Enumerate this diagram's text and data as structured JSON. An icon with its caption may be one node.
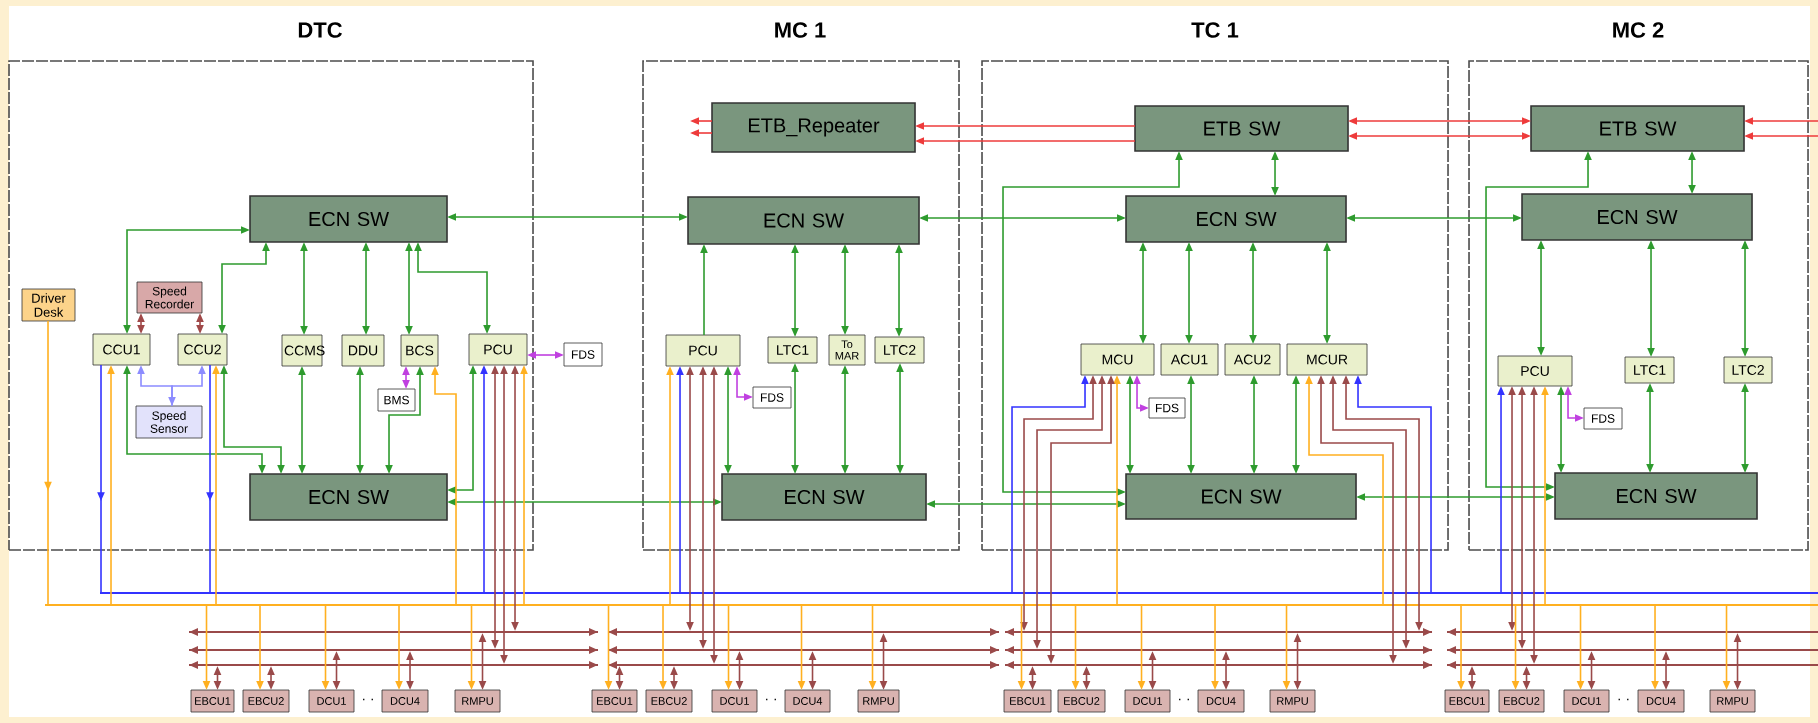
{
  "diagram": {
    "nodes": [
      {
        "text": [
          "DTC"
        ]
      },
      {
        "text": [
          "ECN SW"
        ],
        "in": 0
      },
      {
        "text": [
          "Driver Desk"
        ],
        "in": 0
      },
      {
        "text": [
          "Speed Recorder"
        ],
        "in": 0
      },
      {
        "text": [
          "CCU1"
        ],
        "in": 0
      },
      {
        "text": [
          "CCU2"
        ],
        "in": 0
      },
      {
        "text": [
          "CCMS"
        ],
        "in": 0
      },
      {
        "text": [
          "DDU"
        ],
        "in": 0
      },
      {
        "text": [
          "BCS"
        ],
        "in": 0
      },
      {
        "text": [
          "PCU"
        ],
        "in": 0
      },
      {
        "text": [
          "FDS"
        ]
      },
      {
        "text": [
          "BMS"
        ],
        "in": 0
      },
      {
        "text": [
          "Speed Sensor"
        ],
        "in": 0
      },
      {
        "text": [
          "ECN SW"
        ],
        "in": 0
      },
      {
        "text": [
          "MC 1"
        ]
      },
      {
        "text": [
          "ETB_Repeater"
        ],
        "in": 14
      },
      {
        "text": [
          "ECN SW"
        ],
        "in": 14
      },
      {
        "text": [
          "PCU"
        ],
        "in": 14
      },
      {
        "text": [
          "LTC1"
        ],
        "in": 14
      },
      {
        "text": [
          "To MAR"
        ],
        "in": 14
      },
      {
        "text": [
          "LTC2"
        ],
        "in": 14
      },
      {
        "text": [
          "FDS"
        ],
        "in": 14
      },
      {
        "text": [
          "ECN SW"
        ],
        "in": 14
      },
      {
        "text": [
          "TC 1"
        ]
      },
      {
        "text": [
          "ETB SW"
        ],
        "in": 23
      },
      {
        "text": [
          "ECN SW"
        ],
        "in": 23
      },
      {
        "text": [
          "MCU"
        ],
        "in": 23
      },
      {
        "text": [
          "ACU1"
        ],
        "in": 23
      },
      {
        "text": [
          "ACU2"
        ],
        "in": 23
      },
      {
        "text": [
          "MCUR"
        ],
        "in": 23
      },
      {
        "text": [
          "FDS"
        ],
        "in": 23
      },
      {
        "text": [
          "ECN SW"
        ],
        "in": 23
      },
      {
        "text": [
          "MC 2"
        ]
      },
      {
        "text": [
          "ETB SW"
        ],
        "in": 32
      },
      {
        "text": [
          "ECN SW"
        ],
        "in": 32
      },
      {
        "text": [
          "PCU"
        ],
        "in": 32
      },
      {
        "text": [
          "LTC1"
        ],
        "in": 32
      },
      {
        "text": [
          "LTC2"
        ],
        "in": 32
      },
      {
        "text": [
          "FDS"
        ],
        "in": 32
      },
      {
        "text": [
          "ECN SW"
        ],
        "in": 32
      },
      {
        "text": [
          "EBCU1"
        ]
      },
      {
        "text": [
          "EBCU2"
        ]
      },
      {
        "text": [
          "DCU1"
        ]
      },
      {
        "text": [
          "DCU4"
        ]
      },
      {
        "text": [
          "RMPU"
        ]
      },
      {
        "text": [
          "EBCU1"
        ]
      },
      {
        "text": [
          "EBCU2"
        ]
      },
      {
        "text": [
          "DCU1"
        ]
      },
      {
        "text": [
          "DCU4"
        ]
      },
      {
        "text": [
          "RMPU"
        ]
      },
      {
        "text": [
          "EBCU1"
        ]
      },
      {
        "text": [
          "EBCU2"
        ]
      },
      {
        "text": [
          "DCU1"
        ]
      },
      {
        "text": [
          "DCU4"
        ]
      },
      {
        "text": [
          "RMPU"
        ]
      },
      {
        "text": [
          "EBCU1"
        ]
      },
      {
        "text": [
          "EBCU2"
        ]
      },
      {
        "text": [
          "DCU1"
        ]
      },
      {
        "text": [
          "DCU4"
        ]
      },
      {
        "text": [
          "RMPU"
        ]
      },
      {
        "text": [],
        "shape": "bar"
      },
      {
        "text": [],
        "shape": "bar"
      },
      {
        "text": [],
        "shape": "bar"
      },
      {
        "text": [],
        "shape": "bar"
      },
      {
        "text": [],
        "shape": "bar"
      },
      {
        "text": [],
        "shape": "bar"
      },
      {
        "text": [],
        "shape": "bar"
      },
      {
        "text": [],
        "shape": "bar"
      },
      {
        "text": [],
        "shape": "bar"
      },
      {
        "text": [],
        "shape": "bar"
      },
      {
        "text": [],
        "shape": "bar"
      },
      {
        "text": [],
        "shape": "bar"
      },
      {
        "text": [],
        "shape": "bar"
      },
      {
        "text": [],
        "shape": "bar"
      }
    ],
    "edges": [
      {
        "from": 1,
        "to": 4,
        "arrow": "both"
      },
      {
        "from": 1,
        "to": 5,
        "arrow": "both"
      },
      {
        "from": 1,
        "to": 6,
        "arrow": "both"
      },
      {
        "from": 1,
        "to": 7,
        "arrow": "both"
      },
      {
        "from": 1,
        "to": 8,
        "arrow": "both"
      },
      {
        "from": 1,
        "to": 9,
        "arrow": "both"
      },
      {
        "from": 4,
        "to": 13,
        "arrow": "both"
      },
      {
        "from": 5,
        "to": 13,
        "arrow": "both"
      },
      {
        "from": 6,
        "to": 13,
        "arrow": "both"
      },
      {
        "from": 7,
        "to": 13,
        "arrow": "both"
      },
      {
        "from": 8,
        "to": 13,
        "arrow": "both"
      },
      {
        "from": 9,
        "to": 13,
        "arrow": "both"
      },
      {
        "from": 3,
        "to": 4,
        "arrow": "both",
        "color": "#a04848"
      },
      {
        "from": 3,
        "to": 5,
        "arrow": "both",
        "color": "#a04848"
      },
      {
        "from": 12,
        "to": 4,
        "arrow": "both",
        "color": "#8c8cff"
      },
      {
        "from": 12,
        "to": 5,
        "arrow": "to",
        "color": "#8c8cff"
      },
      {
        "from": 8,
        "to": 11,
        "arrow": "both",
        "color": "#c040e0"
      },
      {
        "from": 9,
        "to": 10,
        "arrow": "both",
        "color": "#c040e0"
      },
      {
        "from": 1,
        "to": 16,
        "arrow": "both"
      },
      {
        "from": 13,
        "to": 22,
        "arrow": "both"
      },
      {
        "from": 15,
        "to": null,
        "arrow": "to",
        "color": "#ee3b3b"
      },
      {
        "from": 15,
        "to": null,
        "arrow": "to",
        "color": "#ee3b3b"
      },
      {
        "from": 24,
        "to": 15,
        "arrow": "to",
        "color": "#ee3b3b"
      },
      {
        "from": 24,
        "to": 15,
        "arrow": "to",
        "color": "#ee3b3b"
      },
      {
        "from": 17,
        "to": 16,
        "arrow": "to"
      },
      {
        "from": 16,
        "to": 18,
        "arrow": "both"
      },
      {
        "from": 16,
        "to": 19,
        "arrow": "both"
      },
      {
        "from": 16,
        "to": 20,
        "arrow": "both"
      },
      {
        "from": 17,
        "to": 22,
        "arrow": "both"
      },
      {
        "from": 18,
        "to": 22,
        "arrow": "both"
      },
      {
        "from": 19,
        "to": 22,
        "arrow": "both"
      },
      {
        "from": 20,
        "to": 22,
        "arrow": "both"
      },
      {
        "from": 17,
        "to": 21,
        "arrow": "both",
        "color": "#c040e0"
      },
      {
        "from": 16,
        "to": 25,
        "arrow": "both"
      },
      {
        "from": 22,
        "to": 31,
        "arrow": "both"
      },
      {
        "from": 24,
        "to": 25,
        "arrow": "both"
      },
      {
        "from": 24,
        "to": 31,
        "arrow": "both"
      },
      {
        "from": 25,
        "to": 26,
        "arrow": "both"
      },
      {
        "from": 25,
        "to": 27,
        "arrow": "both"
      },
      {
        "from": 25,
        "to": 28,
        "arrow": "both"
      },
      {
        "from": 25,
        "to": 29,
        "arrow": "both"
      },
      {
        "from": 26,
        "to": 31,
        "arrow": "both"
      },
      {
        "from": 27,
        "to": 31,
        "arrow": "both"
      },
      {
        "from": 28,
        "to": 31,
        "arrow": "both"
      },
      {
        "from": 29,
        "to": 31,
        "arrow": "both"
      },
      {
        "from": 26,
        "to": 30,
        "arrow": "both",
        "color": "#c040e0"
      },
      {
        "from": 24,
        "to": 33,
        "arrow": "both",
        "color": "#ee3b3b"
      },
      {
        "from": 24,
        "to": 33,
        "arrow": "both",
        "color": "#ee3b3b"
      },
      {
        "from": null,
        "to": 33,
        "arrow": "to",
        "color": "#ee3b3b"
      },
      {
        "from": null,
        "to": 33,
        "arrow": "to",
        "color": "#ee3b3b"
      },
      {
        "from": 25,
        "to": 34,
        "arrow": "both"
      },
      {
        "from": 31,
        "to": 39,
        "arrow": "both"
      },
      {
        "from": 33,
        "to": 34,
        "arrow": "both"
      },
      {
        "from": 33,
        "to": 39,
        "arrow": "both"
      },
      {
        "from": 34,
        "to": 35,
        "arrow": "both"
      },
      {
        "from": 34,
        "to": 36,
        "arrow": "both"
      },
      {
        "from": 34,
        "to": 37,
        "arrow": "both"
      },
      {
        "from": 35,
        "to": 39,
        "arrow": "both"
      },
      {
        "from": 36,
        "to": 39,
        "arrow": "both"
      },
      {
        "from": 37,
        "to": 39,
        "arrow": "both"
      },
      {
        "from": 35,
        "to": 38,
        "arrow": "both",
        "color": "#c040e0"
      },
      {
        "from": 4,
        "to": 60,
        "arrow": "to",
        "color": "#3333ff"
      },
      {
        "from": 5,
        "to": 60,
        "arrow": "to",
        "color": "#3333ff"
      },
      {
        "from": 60,
        "to": 9,
        "arrow": "to",
        "color": "#3333ff"
      },
      {
        "from": 60,
        "to": 17,
        "arrow": "to",
        "color": "#3333ff"
      },
      {
        "from": 60,
        "to": 26,
        "arrow": "to",
        "color": "#3333ff"
      },
      {
        "from": 60,
        "to": 29,
        "arrow": "to",
        "color": "#3333ff"
      },
      {
        "from": 60,
        "to": 35,
        "arrow": "to",
        "color": "#3333ff"
      },
      {
        "from": 2,
        "to": 61,
        "arrow": "to",
        "color": "#ffb020"
      },
      {
        "from": 61,
        "to": 4,
        "arrow": "to",
        "color": "#ffb020"
      },
      {
        "from": 61,
        "to": 5,
        "arrow": "to",
        "color": "#ffb020"
      },
      {
        "from": 61,
        "to": 8,
        "arrow": "to",
        "color": "#ffb020"
      },
      {
        "from": 61,
        "to": 9,
        "arrow": "to",
        "color": "#ffb020"
      },
      {
        "from": 61,
        "to": 17,
        "arrow": "to",
        "color": "#ffb020"
      },
      {
        "from": 61,
        "to": 26,
        "arrow": "to",
        "color": "#ffb020"
      },
      {
        "from": 61,
        "to": 29,
        "arrow": "to",
        "color": "#ffb020"
      },
      {
        "from": 61,
        "to": 35,
        "arrow": "to",
        "color": "#ffb020"
      },
      {
        "from": 9,
        "to": 63,
        "arrow": "both",
        "color": "#9a4a4a"
      },
      {
        "from": 9,
        "to": 64,
        "arrow": "both",
        "color": "#9a4a4a"
      },
      {
        "from": 9,
        "to": 62,
        "arrow": "both",
        "color": "#9a4a4a"
      },
      {
        "from": 17,
        "to": 65,
        "arrow": "both",
        "color": "#9a4a4a"
      },
      {
        "from": 17,
        "to": 66,
        "arrow": "both",
        "color": "#9a4a4a"
      },
      {
        "from": 17,
        "to": 67,
        "arrow": "both",
        "color": "#9a4a4a"
      },
      {
        "from": 26,
        "to": 68,
        "arrow": "both",
        "color": "#9a4a4a"
      },
      {
        "from": 26,
        "to": 69,
        "arrow": "both",
        "color": "#9a4a4a"
      },
      {
        "from": 26,
        "to": 70,
        "arrow": "both",
        "color": "#9a4a4a"
      },
      {
        "from": 29,
        "to": 70,
        "arrow": "both",
        "color": "#9a4a4a"
      },
      {
        "from": 29,
        "to": 69,
        "arrow": "both",
        "color": "#9a4a4a"
      },
      {
        "from": 29,
        "to": 68,
        "arrow": "both",
        "color": "#9a4a4a"
      },
      {
        "from": 35,
        "to": 71,
        "arrow": "both",
        "color": "#9a4a4a"
      },
      {
        "from": 35,
        "to": 72,
        "arrow": "both",
        "color": "#9a4a4a"
      },
      {
        "from": 35,
        "to": 73,
        "arrow": "both",
        "color": "#9a4a4a"
      },
      {
        "from": 61,
        "to": 40,
        "arrow": "to",
        "color": "#ffb020"
      },
      {
        "from": 40,
        "to": 64,
        "arrow": "both",
        "color": "#9a4a4a"
      },
      {
        "from": 61,
        "to": 41,
        "arrow": "to",
        "color": "#ffb020"
      },
      {
        "from": 41,
        "to": 64,
        "arrow": "both",
        "color": "#9a4a4a"
      },
      {
        "from": 61,
        "to": 42,
        "arrow": "to",
        "color": "#ffb020"
      },
      {
        "from": 42,
        "to": 63,
        "arrow": "both",
        "color": "#9a4a4a"
      },
      {
        "from": 61,
        "to": 43,
        "arrow": "to",
        "color": "#ffb020"
      },
      {
        "from": 43,
        "to": 63,
        "arrow": "both",
        "color": "#9a4a4a"
      },
      {
        "from": 61,
        "to": 44,
        "arrow": "to",
        "color": "#ffb020"
      },
      {
        "from": 44,
        "to": 62,
        "arrow": "both",
        "color": "#9a4a4a"
      },
      {
        "from": 61,
        "to": 45,
        "arrow": "to",
        "color": "#ffb020"
      },
      {
        "from": 45,
        "to": 67,
        "arrow": "both",
        "color": "#9a4a4a"
      },
      {
        "from": 61,
        "to": 46,
        "arrow": "to",
        "color": "#ffb020"
      },
      {
        "from": 46,
        "to": 67,
        "arrow": "both",
        "color": "#9a4a4a"
      },
      {
        "from": 61,
        "to": 47,
        "arrow": "to",
        "color": "#ffb020"
      },
      {
        "from": 47,
        "to": 66,
        "arrow": "both",
        "color": "#9a4a4a"
      },
      {
        "from": 61,
        "to": 48,
        "arrow": "to",
        "color": "#ffb020"
      },
      {
        "from": 48,
        "to": 66,
        "arrow": "both",
        "color": "#9a4a4a"
      },
      {
        "from": 61,
        "to": 49,
        "arrow": "to",
        "color": "#ffb020"
      },
      {
        "from": 49,
        "to": 65,
        "arrow": "both",
        "color": "#9a4a4a"
      },
      {
        "from": 61,
        "to": 50,
        "arrow": "to",
        "color": "#ffb020"
      },
      {
        "from": 50,
        "to": 70,
        "arrow": "both",
        "color": "#9a4a4a"
      },
      {
        "from": 61,
        "to": 51,
        "arrow": "to",
        "color": "#ffb020"
      },
      {
        "from": 51,
        "to": 70,
        "arrow": "both",
        "color": "#9a4a4a"
      },
      {
        "from": 61,
        "to": 52,
        "arrow": "to",
        "color": "#ffb020"
      },
      {
        "from": 52,
        "to": 69,
        "arrow": "both",
        "color": "#9a4a4a"
      },
      {
        "from": 61,
        "to": 53,
        "arrow": "to",
        "color": "#ffb020"
      },
      {
        "from": 53,
        "to": 69,
        "arrow": "both",
        "color": "#9a4a4a"
      },
      {
        "from": 61,
        "to": 54,
        "arrow": "to",
        "color": "#ffb020"
      },
      {
        "from": 54,
        "to": 68,
        "arrow": "both",
        "color": "#9a4a4a"
      },
      {
        "from": 61,
        "to": 55,
        "arrow": "to",
        "color": "#ffb020"
      },
      {
        "from": 55,
        "to": 73,
        "arrow": "both",
        "color": "#9a4a4a"
      },
      {
        "from": 61,
        "to": 56,
        "arrow": "to",
        "color": "#ffb020"
      },
      {
        "from": 56,
        "to": 73,
        "arrow": "both",
        "color": "#9a4a4a"
      },
      {
        "from": 61,
        "to": 57,
        "arrow": "to",
        "color": "#ffb020"
      },
      {
        "from": 57,
        "to": 72,
        "arrow": "both",
        "color": "#9a4a4a"
      },
      {
        "from": 61,
        "to": 58,
        "arrow": "to",
        "color": "#ffb020"
      },
      {
        "from": 58,
        "to": 72,
        "arrow": "both",
        "color": "#9a4a4a"
      },
      {
        "from": 61,
        "to": 59,
        "arrow": "to",
        "color": "#ffb020"
      },
      {
        "from": 59,
        "to": 71,
        "arrow": "both",
        "color": "#9a4a4a"
      }
    ],
    "labels": [
      "· ·",
      "· ·",
      "· ·",
      "· ·"
    ]
  }
}
